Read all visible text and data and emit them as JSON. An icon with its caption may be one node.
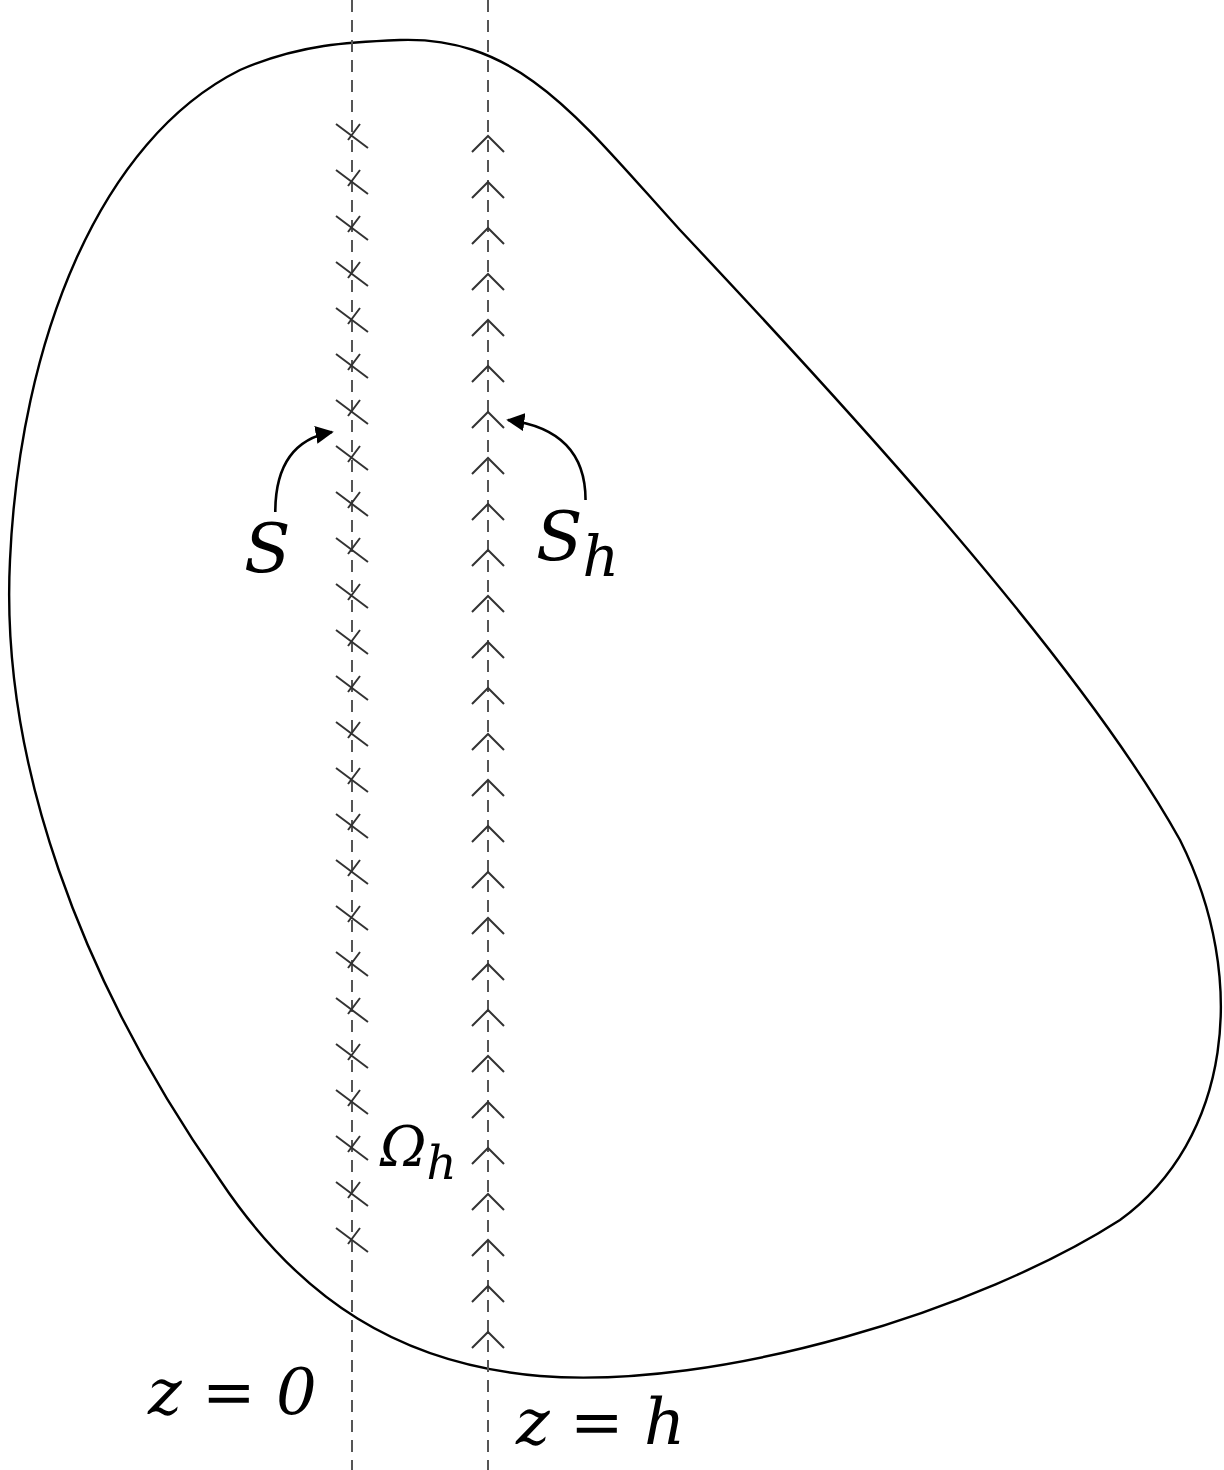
{
  "diagram": {
    "nodes": [
      {
        "text": [
          "S"
        ]
      },
      {
        "text": [],
        "shape": "line"
      },
      {
        "text": [
          "S$_{h}$"
        ]
      },
      {
        "text": [],
        "shape": "line"
      }
    ],
    "edges": [
      {
        "from": 0,
        "to": 1,
        "arrow": "to"
      },
      {
        "from": 2,
        "to": 3,
        "arrow": "to"
      }
    ],
    "labels": [
      "Ω$_{h}$",
      "z = 0",
      "z = h"
    ]
  }
}
